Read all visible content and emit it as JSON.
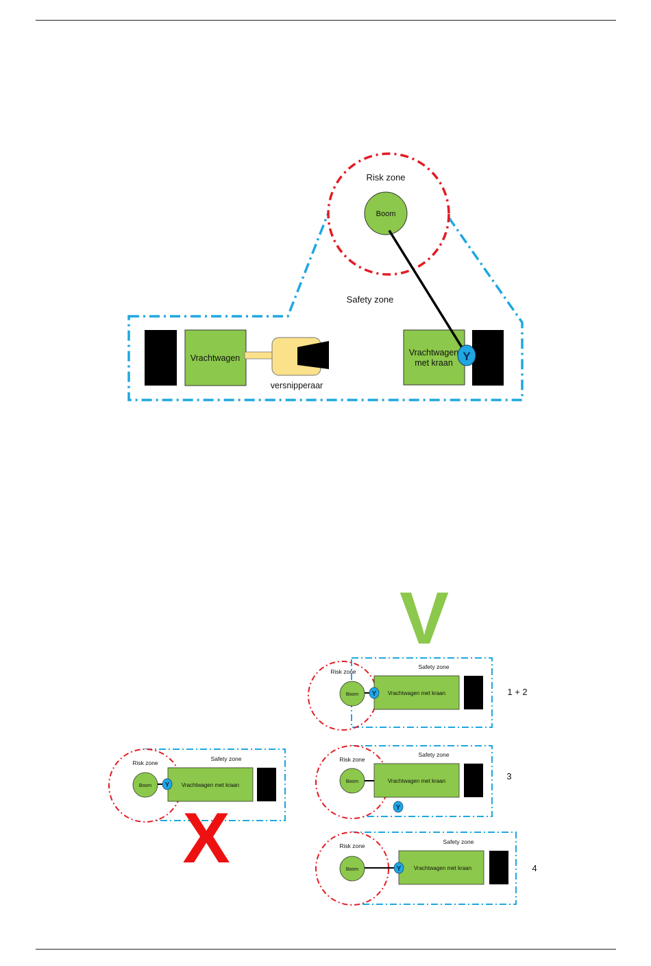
{
  "colors": {
    "risk": "#e31b23",
    "safety": "#1ea7e1",
    "green": "#8cc84b",
    "chipper": "#fbe18a",
    "black": "#000000",
    "worker": "#1ea7e1",
    "check": "#8cc84b",
    "cross": "#ee1111"
  },
  "main": {
    "risk_zone": "Risk zone",
    "tree": "Boom",
    "safety_zone": "Safety zone",
    "truck": "Vrachtwagen",
    "crane_truck_line1": "Vrachtwagen",
    "crane_truck_line2": "met kraan",
    "chipper": "versnipperaar",
    "worker": "Y"
  },
  "small": {
    "risk_zone": "Risk zone",
    "safety_zone": "Safety zone",
    "tree": "Boom",
    "crane_truck": "Vrachtwagen met kraan",
    "worker": "Y"
  },
  "marks": {
    "correct": "V",
    "wrong": "X"
  },
  "variants": [
    "1 + 2",
    "3",
    "4"
  ]
}
